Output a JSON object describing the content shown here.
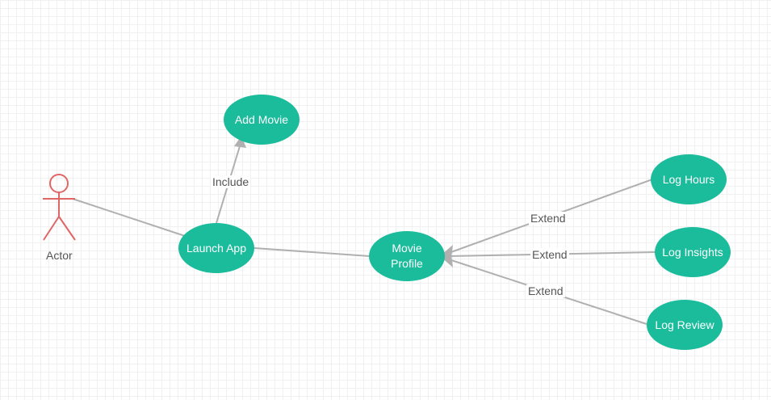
{
  "diagram": {
    "actor": {
      "label": "Actor",
      "color": "#e06666"
    },
    "usecase_color": "#1abc9c",
    "edge_color": "#b0b0b0",
    "usecases": {
      "add_movie": "Add Movie",
      "launch_app": "Launch App",
      "movie_profile_line1": "Movie",
      "movie_profile_line2": "Profile",
      "log_hours": "Log Hours",
      "log_insights": "Log Insights",
      "log_review": "Log Review"
    },
    "relations": {
      "include": "Include",
      "extend_hours": "Extend",
      "extend_insights": "Extend",
      "extend_review": "Extend"
    }
  }
}
